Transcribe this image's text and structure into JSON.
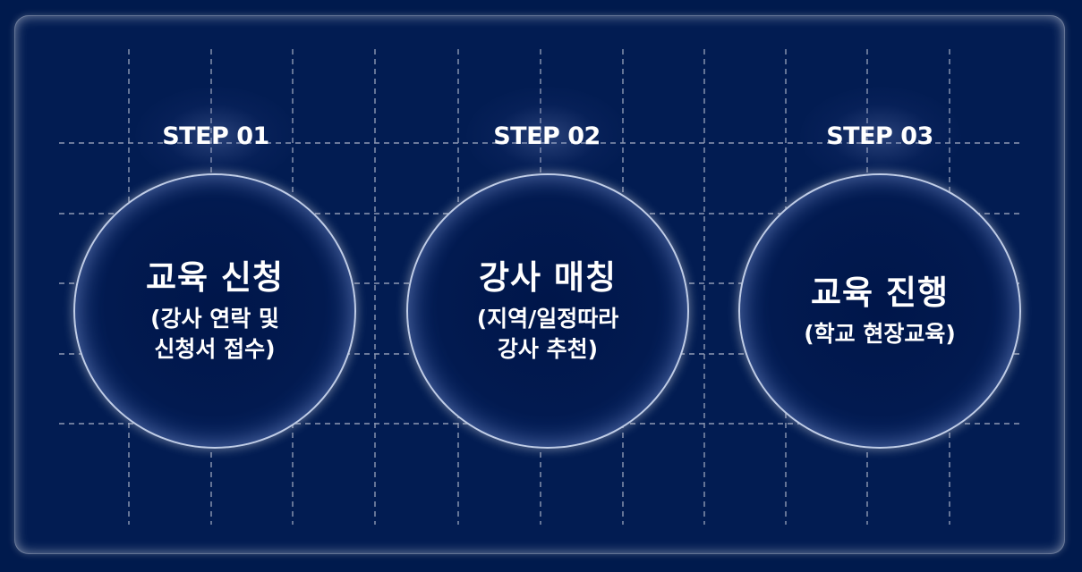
{
  "steps": [
    {
      "label": "STEP 01",
      "title": "교육 신청",
      "desc_lines": [
        "(강사 연락 및",
        "신청서 접수)"
      ]
    },
    {
      "label": "STEP 02",
      "title": "강사 매칭",
      "desc_lines": [
        "(지역/일정따라",
        "강사 추천)"
      ]
    },
    {
      "label": "STEP 03",
      "title": "교육 진행",
      "desc_lines": [
        "(학교 현장교육)"
      ]
    }
  ],
  "colors": {
    "background": "#001a4d",
    "panel": "#021c52",
    "grid_line": "#8f9ab3",
    "text": "#ffffff"
  }
}
